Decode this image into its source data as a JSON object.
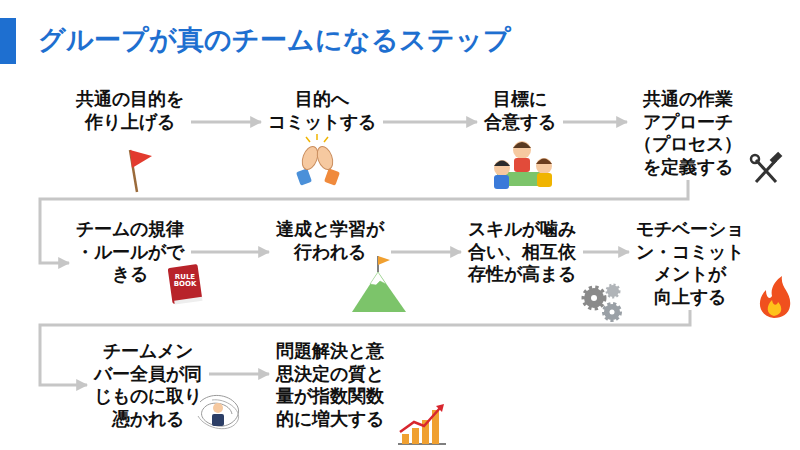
{
  "diagram": {
    "title": "グループが真のチームになるステップ",
    "nodes": [
      {
        "text": [
          "共通の目的を 作り上げる"
        ]
      },
      {
        "text": [
          "目的へ コミットする"
        ]
      },
      {
        "text": [
          "目標に 合意する"
        ]
      },
      {
        "text": [
          "共通の作業 アプローチ （プロセス） を定義する"
        ]
      },
      {
        "text": [
          "チームの規律 ・ルールがで きる"
        ]
      },
      {
        "text": [
          "達成と学習が 行われる"
        ]
      },
      {
        "text": [
          "スキルが噛み 合い、相互依 存性が高まる"
        ]
      },
      {
        "text": [
          "モチベーショ ン・コミット メントが 向上する"
        ]
      },
      {
        "text": [
          "チームメン バー全員が同 じものに取り 憑かれる"
        ]
      },
      {
        "text": [
          "問題解決と意 思決定の質と 量が指数関数 的に増大する"
        ]
      }
    ],
    "edges": [
      {
        "from": 0,
        "to": 1,
        "arrow": "to"
      },
      {
        "from": 1,
        "to": 2,
        "arrow": "to"
      },
      {
        "from": 2,
        "to": 3,
        "arrow": "to"
      },
      {
        "from": 3,
        "to": 4,
        "arrow": "to"
      },
      {
        "from": 4,
        "to": 5,
        "arrow": "to"
      },
      {
        "from": 5,
        "to": 6,
        "arrow": "to"
      },
      {
        "from": 6,
        "to": 7,
        "arrow": "to"
      },
      {
        "from": 7,
        "to": 8,
        "arrow": "to"
      },
      {
        "from": 8,
        "to": 9,
        "arrow": "to"
      }
    ],
    "labels": [
      "RULE BOOK"
    ]
  }
}
